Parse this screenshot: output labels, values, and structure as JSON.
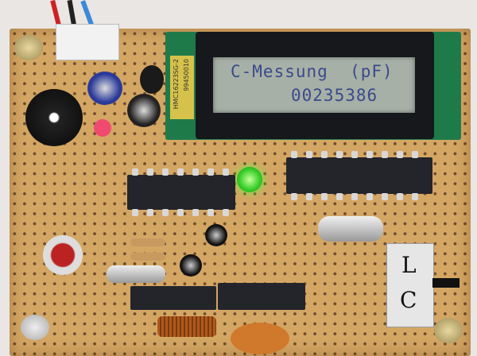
{
  "lcd": {
    "line1": "C-Messung  (pF)",
    "line2": "00235386",
    "sticker_model": "HMC16223SG-2",
    "sticker_code": "99450010"
  },
  "switch": {
    "label_top": "L",
    "label_bottom": "C"
  },
  "colors": {
    "board": "#d4a664",
    "lcd_text": "#3a4a8c",
    "led": "#38d02a"
  }
}
